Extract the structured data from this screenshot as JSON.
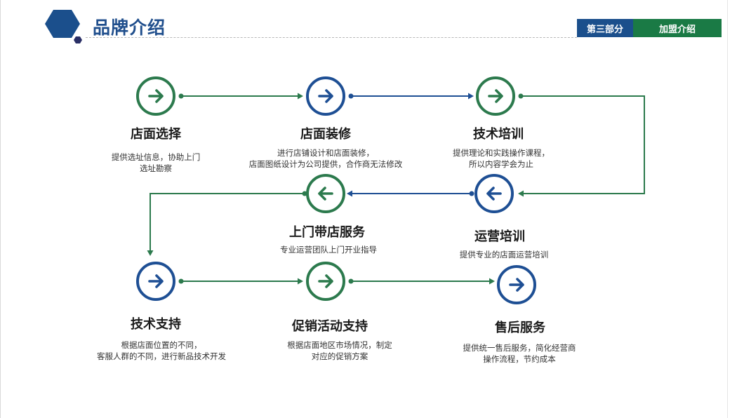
{
  "header": {
    "title": "品牌介绍",
    "section_number": "第三部分",
    "section_name": "加盟介绍"
  },
  "colors": {
    "green": "#2c7a4d",
    "blue": "#1e4f94",
    "navy": "#1b4f8c"
  },
  "steps": [
    {
      "title": "店面选择",
      "desc": [
        "提供选址信息，协助上门",
        "选址勘察"
      ],
      "icon": "arrow-right-icon"
    },
    {
      "title": "店面装修",
      "desc": [
        "进行店铺设计和店面装修，",
        "店面图纸设计为公司提供，合作商无法修改"
      ],
      "icon": "arrow-right-icon"
    },
    {
      "title": "技术培训",
      "desc": [
        "提供理论和实践操作课程，",
        "所以内容学会为止"
      ],
      "icon": "arrow-right-icon"
    },
    {
      "title": "运营培训",
      "desc": [
        "提供专业的店面运营培训"
      ],
      "icon": "arrow-left-icon"
    },
    {
      "title": "上门带店服务",
      "desc": [
        "专业运营团队上门开业指导"
      ],
      "icon": "arrow-left-icon"
    },
    {
      "title": "技术支持",
      "desc": [
        "根据店面位置的不同，",
        "客服人群的不同，进行新品技术开发"
      ],
      "icon": "arrow-right-icon"
    },
    {
      "title": "促销活动支持",
      "desc": [
        "根据店面地区市场情况，制定",
        "对应的促销方案"
      ],
      "icon": "arrow-right-icon"
    },
    {
      "title": "售后服务",
      "desc": [
        "提供统一售后服务，简化经营商",
        "操作流程，节约成本"
      ],
      "icon": "arrow-right-icon"
    }
  ]
}
